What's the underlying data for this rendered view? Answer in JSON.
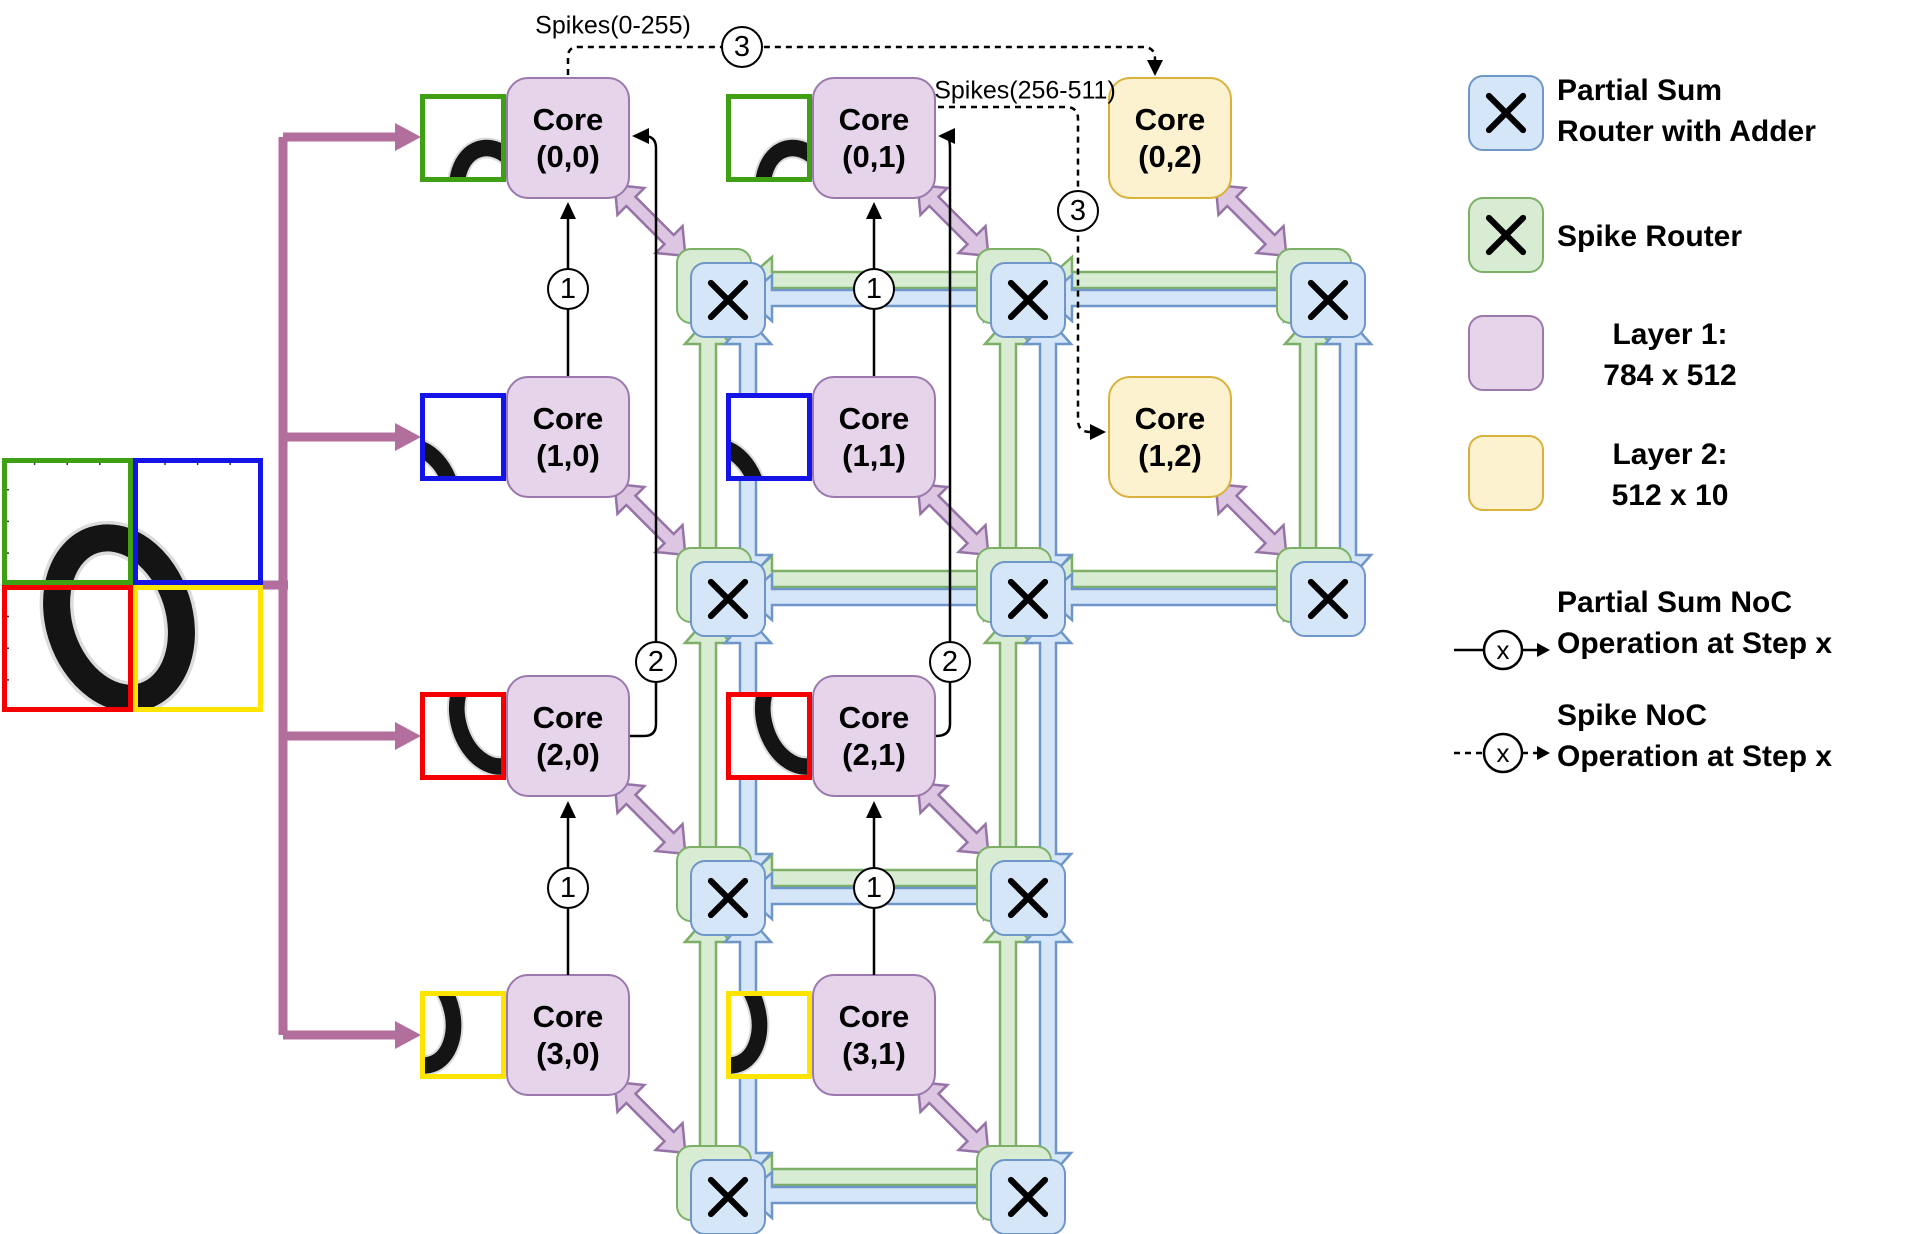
{
  "diagram": {
    "spikes_label_a": "Spikes(0-255)",
    "spikes_label_b": "Spikes(256-511)",
    "steps": {
      "s1": "1",
      "s2": "2",
      "s3": "3"
    }
  },
  "cores": [
    {
      "line1": "Core",
      "line2": "(0,0)",
      "layer": "layer1"
    },
    {
      "line1": "Core",
      "line2": "(0,1)",
      "layer": "layer1"
    },
    {
      "line1": "Core",
      "line2": "(0,2)",
      "layer": "layer2"
    },
    {
      "line1": "Core",
      "line2": "(1,0)",
      "layer": "layer1"
    },
    {
      "line1": "Core",
      "line2": "(1,1)",
      "layer": "layer1"
    },
    {
      "line1": "Core",
      "line2": "(1,2)",
      "layer": "layer2"
    },
    {
      "line1": "Core",
      "line2": "(2,0)",
      "layer": "layer1"
    },
    {
      "line1": "Core",
      "line2": "(2,1)",
      "layer": "layer1"
    },
    {
      "line1": "Core",
      "line2": "(3,0)",
      "layer": "layer1"
    },
    {
      "line1": "Core",
      "line2": "(3,1)",
      "layer": "layer1"
    }
  ],
  "legend": {
    "partial_sum_router_line1": "Partial Sum",
    "partial_sum_router_line2": "Router with Adder",
    "spike_router": "Spike Router",
    "layer1_line1": "Layer 1:",
    "layer1_line2": "784 x 512",
    "layer2_line1": "Layer 2:",
    "layer2_line2": "512 x 10",
    "psnoc_line1": "Partial Sum NoC",
    "psnoc_line2": "Operation at Step x",
    "snoc_line1": "Spike NoC",
    "snoc_line2": "Operation at Step x",
    "step_icon_label": "x"
  },
  "colors": {
    "partial_sum_fill": "#d6e6f9",
    "partial_sum_border": "#6e96c8",
    "spike_fill": "#d8ebd3",
    "spike_border": "#7db066",
    "layer1_fill": "#e5d4ea",
    "layer1_border": "#9b79ad",
    "layer2_fill": "#fdf2cf",
    "layer2_border": "#d9b13b",
    "core_link_fill": "#dcc6e2",
    "core_link_border": "#9673a6",
    "input_arrow": "#b26f9e",
    "patch_green": "#3fa014",
    "patch_blue": "#1414e8",
    "patch_red": "#f50000",
    "patch_yellow": "#ffe400"
  }
}
